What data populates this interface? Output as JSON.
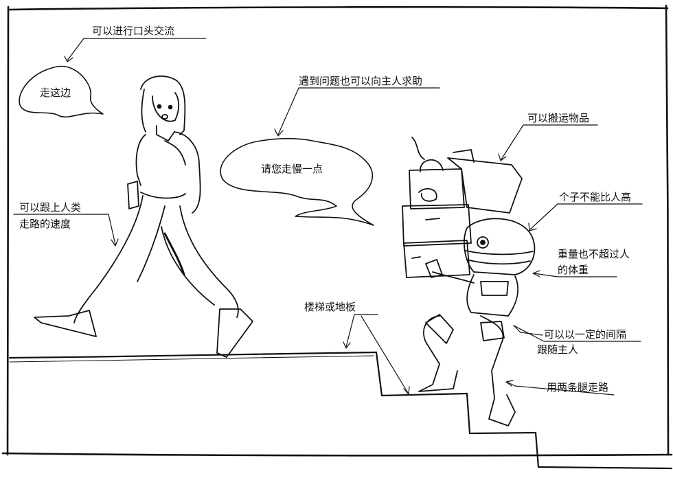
{
  "speech": {
    "human": "走这边",
    "robot": "请您走慢一点"
  },
  "labels": {
    "talk": "可以进行口头交流",
    "help": "遇到问题也可以向主人求助",
    "carry": "可以搬运物品",
    "keep_pace_1": "可以跟上人类",
    "keep_pace_2": "走路的速度",
    "height": "个子不能比人高",
    "weight_1": "重量也不超过人",
    "weight_2": "的体重",
    "follow_1": "可以以一定的间隔",
    "follow_2": "跟随主人",
    "stairs": "楼梯或地板",
    "legs": "用两条腿走路"
  }
}
